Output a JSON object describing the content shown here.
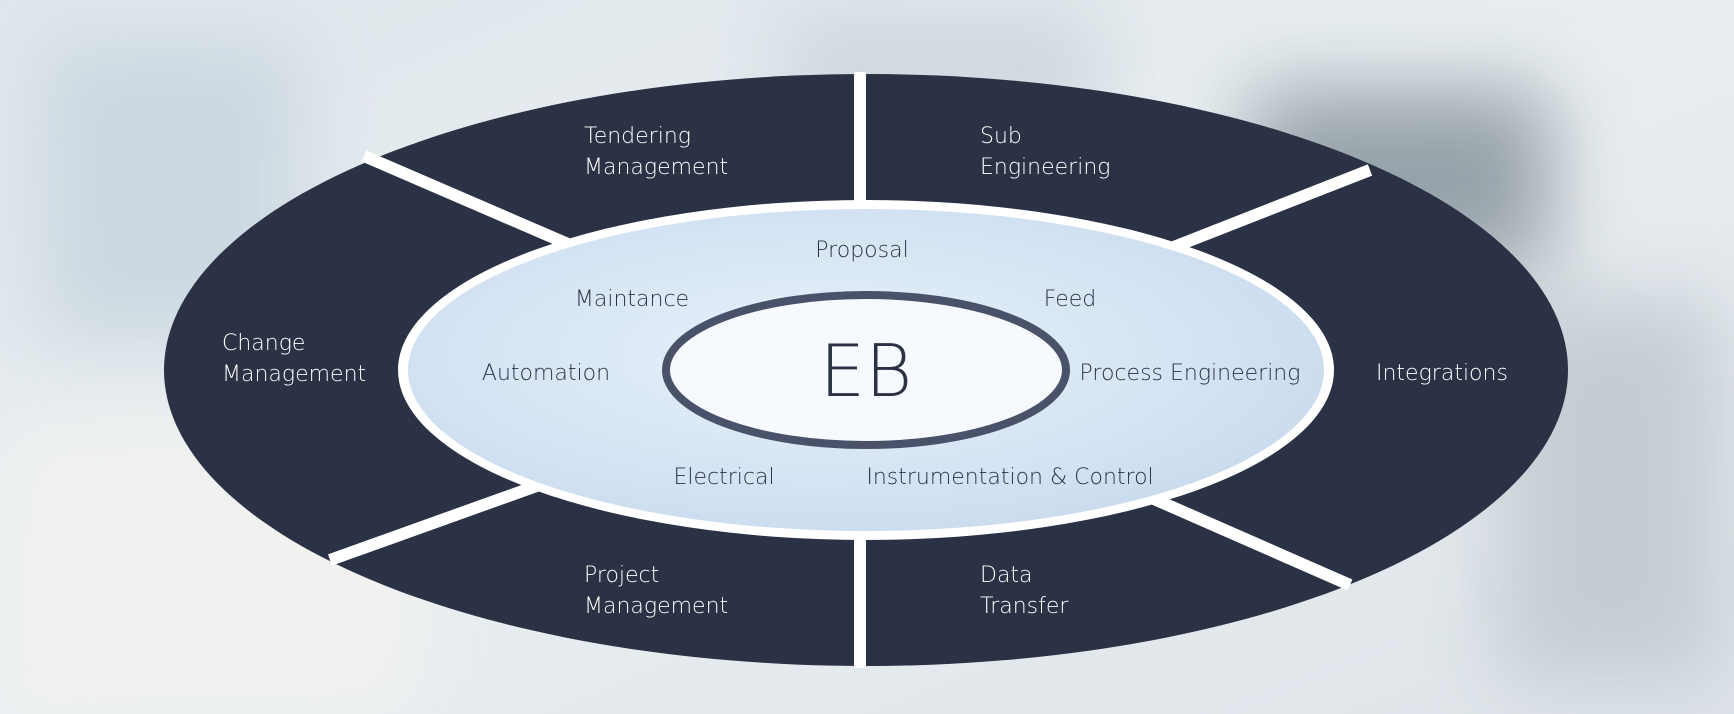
{
  "core": {
    "label": "EB"
  },
  "outer_segments": [
    {
      "id": "tendering-management",
      "lines": [
        "Tendering",
        "Management"
      ]
    },
    {
      "id": "sub-engineering",
      "lines": [
        "Sub",
        "Engineering"
      ]
    },
    {
      "id": "integrations",
      "lines": [
        "Integrations"
      ]
    },
    {
      "id": "data-transfer",
      "lines": [
        "Data",
        "Transfer"
      ]
    },
    {
      "id": "project-management",
      "lines": [
        "Project",
        "Management"
      ]
    },
    {
      "id": "change-management",
      "lines": [
        "Change",
        "Management"
      ]
    }
  ],
  "inner_ring": {
    "proposal": "Proposal",
    "feed": "Feed",
    "process_engineering": "Process Engineering",
    "instrumentation_control": "Instrumentation & Control",
    "electrical": "Electrical",
    "automation": "Automation",
    "maintance": "Maintance"
  },
  "colors": {
    "segment": "#2c3246",
    "ring_border": "#ffffff",
    "inner_fill": "#dbe8f5",
    "core_fill": "#f6f9fd",
    "core_stroke": "#4a526a",
    "text_dark": "#2c3246",
    "text_light": "#ffffff"
  }
}
